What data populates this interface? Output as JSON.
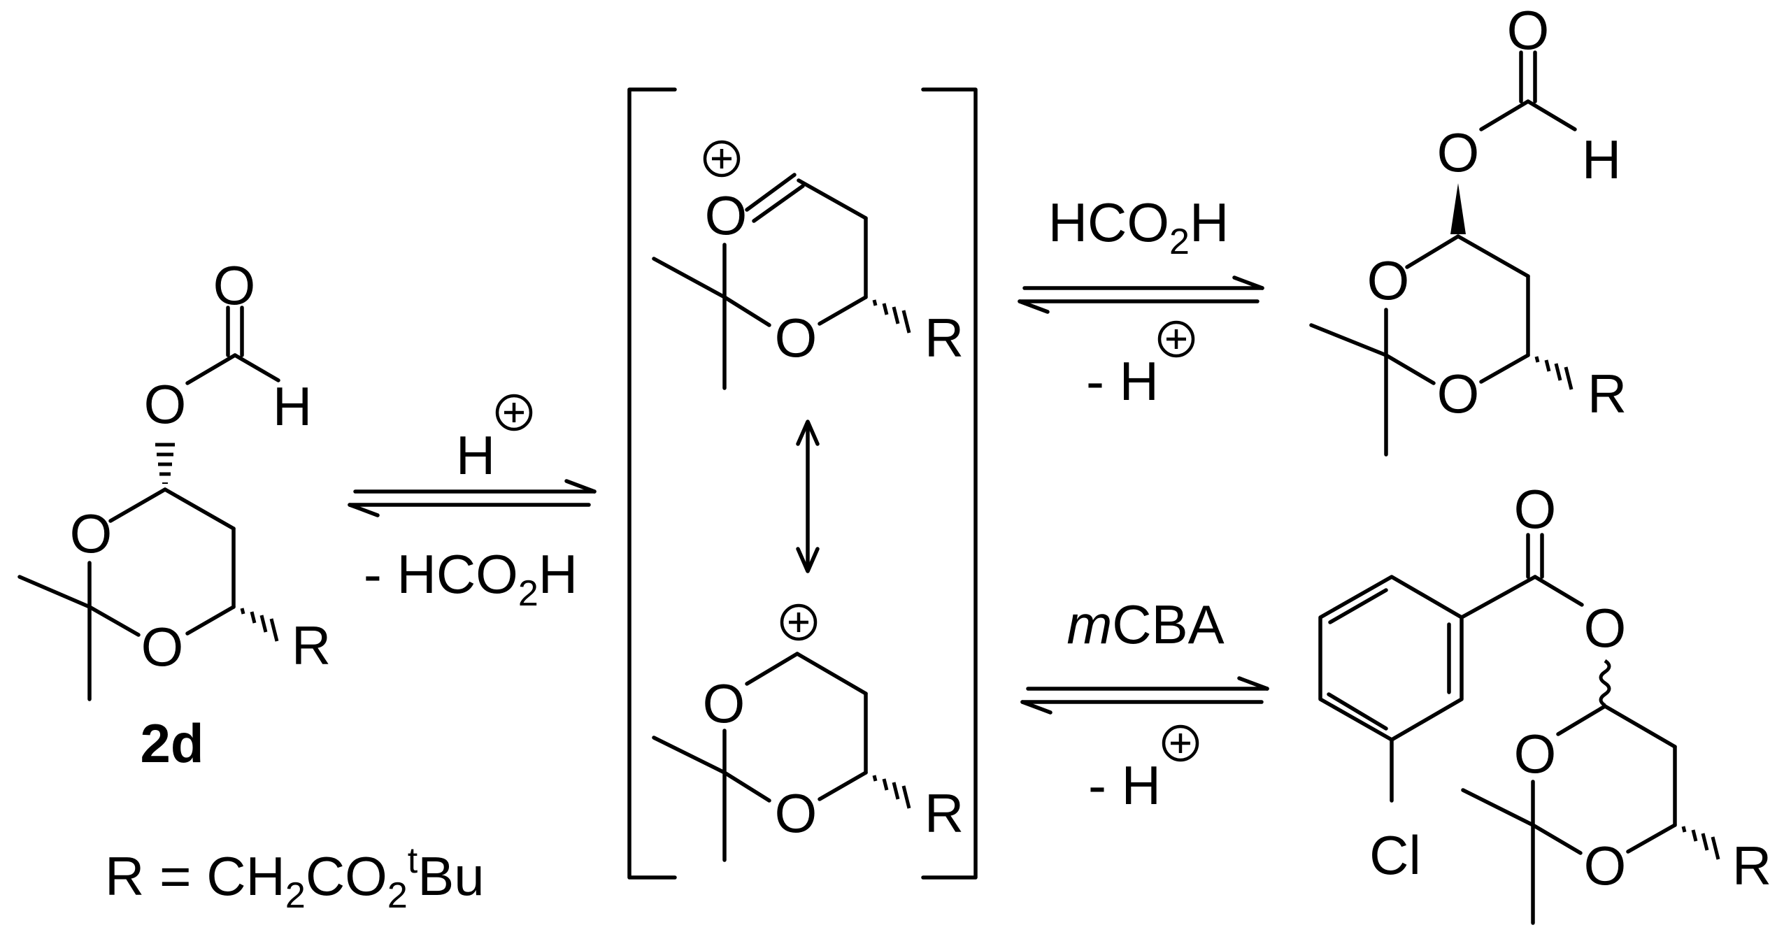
{
  "atoms": {
    "O": "O",
    "H": "H",
    "R": "R",
    "Cl": "Cl"
  },
  "labels": {
    "compound_2d": "2d",
    "r_def_prefix": "R = CH",
    "r_def_sub1": "2",
    "r_def_mid": "CO",
    "r_def_sub2": "2",
    "r_def_sup": "t",
    "r_def_end": "Bu",
    "step1_top": "H",
    "step1_bottom_a": "- HCO",
    "step1_bottom_sub": "2",
    "step1_bottom_b": "H",
    "step2_top_a": "HCO",
    "step2_top_sub": "2",
    "step2_top_b": "H",
    "step2_bottom": "- H",
    "step3_top_italic": "m",
    "step3_top_rest": "CBA",
    "step3_bottom": "- H"
  }
}
